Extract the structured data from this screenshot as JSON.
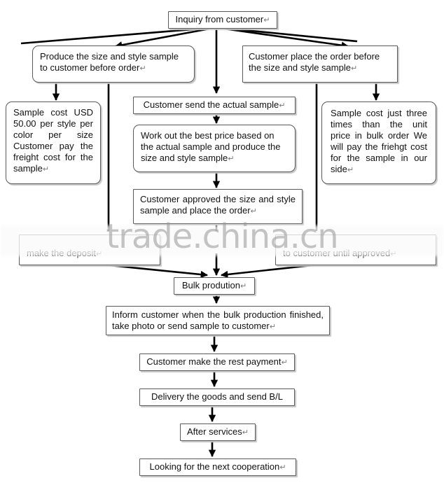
{
  "nodes": {
    "inquiry": "Inquiry from customer",
    "produce_sample": "Produce the size and style sample to customer before order",
    "customer_order": "Customer place the order before the size and style sample",
    "sample_cost_left": "Sample cost USD 50.00 per style per color per size Customer pay the freight cost for the sample",
    "send_actual_sample": "Customer send the actual sample",
    "work_out_price": "Work out the best price based on the actual sample and produce the size and style sample",
    "sample_cost_right": "Sample cost just three times than the unit price in bulk order We will pay the friehgt cost for the sample in our side",
    "approved": "Customer approved the size and style sample and place the order",
    "deposit_left": "make the deposit",
    "deposit_right": "to customer until approved",
    "bulk": "Bulk prodution",
    "inform": "Inform customer when the bulk production finished, take photo or send sample to customer",
    "rest_payment": "Customer make the rest payment",
    "delivery": "Delivery the goods and send B/L",
    "after": "After services",
    "next": "Looking for the next cooperation"
  },
  "watermark": "trade.china.cn",
  "return_mark": "↵"
}
